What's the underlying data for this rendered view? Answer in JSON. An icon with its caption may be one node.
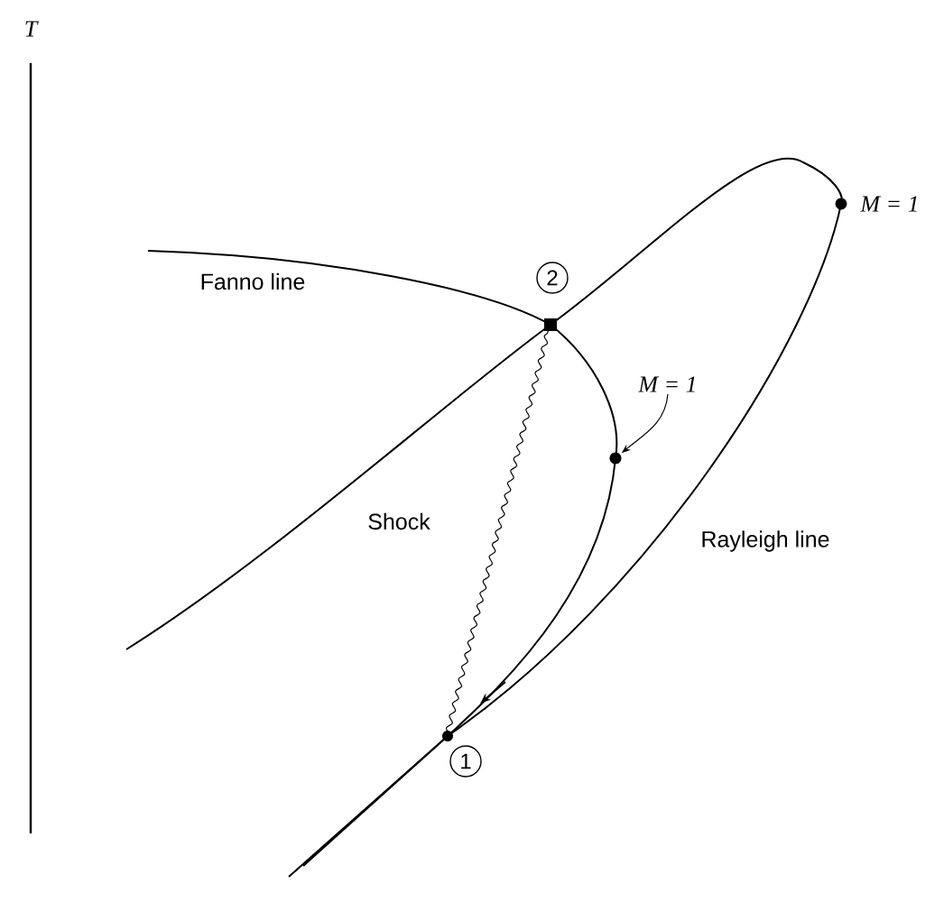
{
  "diagram": {
    "nodes": [
      {
        "text": [
          "2"
        ]
      },
      {
        "text": [
          "M = 1"
        ]
      },
      {
        "text": [],
        "shape": "circle"
      },
      {
        "text": [
          "1"
        ]
      }
    ],
    "edges": [
      {
        "from": 1,
        "to": 2,
        "arrow": "to"
      }
    ],
    "labels": [
      "T",
      "M = 1",
      "Fanno line",
      "Shock",
      "Rayleigh line"
    ]
  }
}
